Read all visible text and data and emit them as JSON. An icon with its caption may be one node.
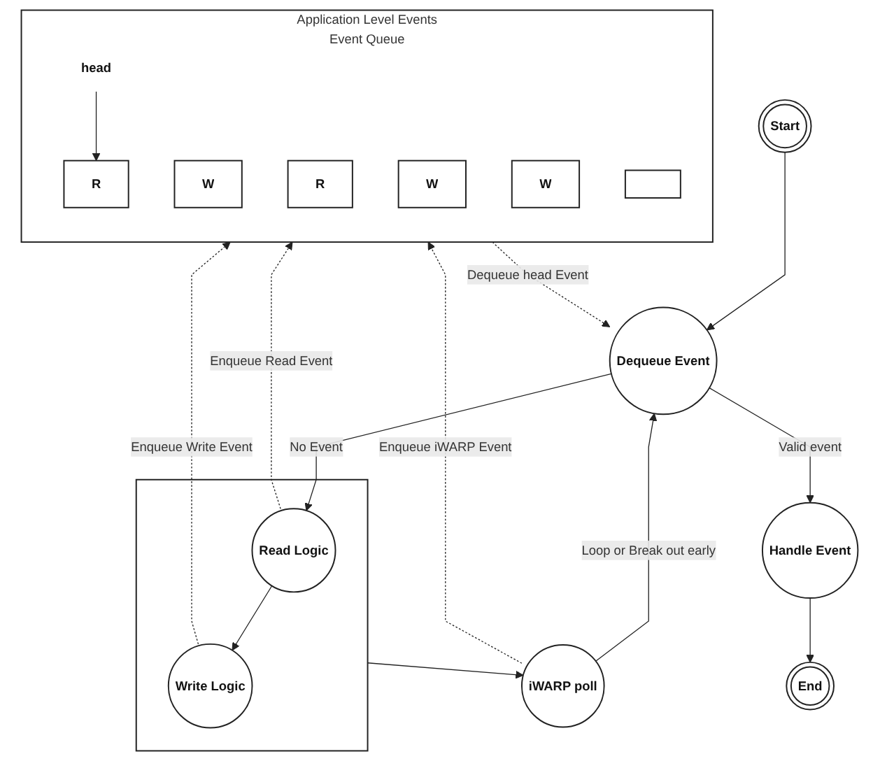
{
  "diagram": {
    "nodes": [
      {
        "text": [
          "Start"
        ]
      },
      {
        "text": [
          "Dequeue Event"
        ]
      },
      {
        "text": [
          "Handle Event"
        ]
      },
      {
        "text": [
          "End"
        ]
      },
      {
        "text": [],
        "shape": "box"
      },
      {
        "text": [
          "Read Logic"
        ],
        "in": 4
      },
      {
        "text": [
          "Write Logic"
        ],
        "in": 4
      },
      {
        "text": [
          "iWARP poll"
        ]
      },
      {
        "text": [
          "Application Level Events",
          "Event Queue"
        ]
      },
      {
        "text": [
          "head"
        ],
        "in": 8
      },
      {
        "text": [
          "R"
        ],
        "in": 8
      },
      {
        "text": [
          "W"
        ],
        "in": 8
      },
      {
        "text": [
          "R"
        ],
        "in": 8
      },
      {
        "text": [
          "W"
        ],
        "in": 8
      },
      {
        "text": [
          "W"
        ],
        "in": 8
      },
      {
        "text": [],
        "shape": "box",
        "in": 8
      }
    ],
    "edges": [
      {
        "from": 0,
        "to": 1,
        "arrow": "to"
      },
      {
        "from": 1,
        "to": 2,
        "arrow": "to",
        "label": "Valid event"
      },
      {
        "from": 2,
        "to": 3,
        "arrow": "to"
      },
      {
        "from": 1,
        "to": 5,
        "arrow": "to",
        "label": "No Event"
      },
      {
        "from": 5,
        "to": 6,
        "arrow": "to"
      },
      {
        "from": 4,
        "to": 7,
        "arrow": "to"
      },
      {
        "from": 7,
        "to": 1,
        "arrow": "to",
        "label": "Loop or Break out early"
      },
      {
        "from": 8,
        "to": 1,
        "arrow": "to",
        "style": "dashed",
        "label": "Dequeue head Event"
      },
      {
        "from": 5,
        "to": 8,
        "arrow": "to",
        "style": "dashed",
        "label": "Enqueue Read Event"
      },
      {
        "from": 6,
        "to": 8,
        "arrow": "to",
        "style": "dashed",
        "label": "Enqueue Write Event"
      },
      {
        "from": 7,
        "to": 8,
        "arrow": "to",
        "style": "dashed",
        "label": "Enqueue iWARP Event"
      },
      {
        "from": 9,
        "to": 10,
        "arrow": "to"
      }
    ]
  }
}
